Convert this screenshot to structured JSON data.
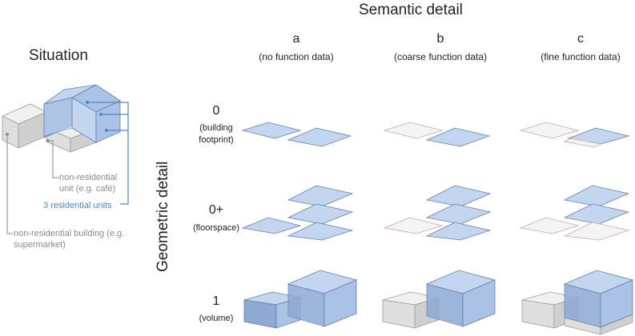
{
  "header": {
    "semantic_title": "Semantic detail",
    "geometric_title": "Geometric detail",
    "situation_title": "Situation"
  },
  "columns": [
    {
      "letter": "a",
      "sub": "(no function data)"
    },
    {
      "letter": "b",
      "sub": "(coarse function data)"
    },
    {
      "letter": "c",
      "sub": "(fine function data)"
    }
  ],
  "rows": [
    {
      "level": "0",
      "sub": "(building footprint)"
    },
    {
      "level": "0+",
      "sub": "(floorspace)"
    },
    {
      "level": "1",
      "sub": "(volume)"
    }
  ],
  "situation_labels": {
    "non_res_unit": "non-residential unit (e.g. café)",
    "res_units": "3 residential units",
    "non_res_building": "non-residential building (e.g. supermarket)"
  },
  "colors": {
    "blue_fill": "#a9c2e6",
    "blue_stroke": "#5f7fa8",
    "grey_fill": "#e6e6e6",
    "grey_stroke": "#9c9c9c",
    "pink_stroke": "#d6a6b6"
  }
}
